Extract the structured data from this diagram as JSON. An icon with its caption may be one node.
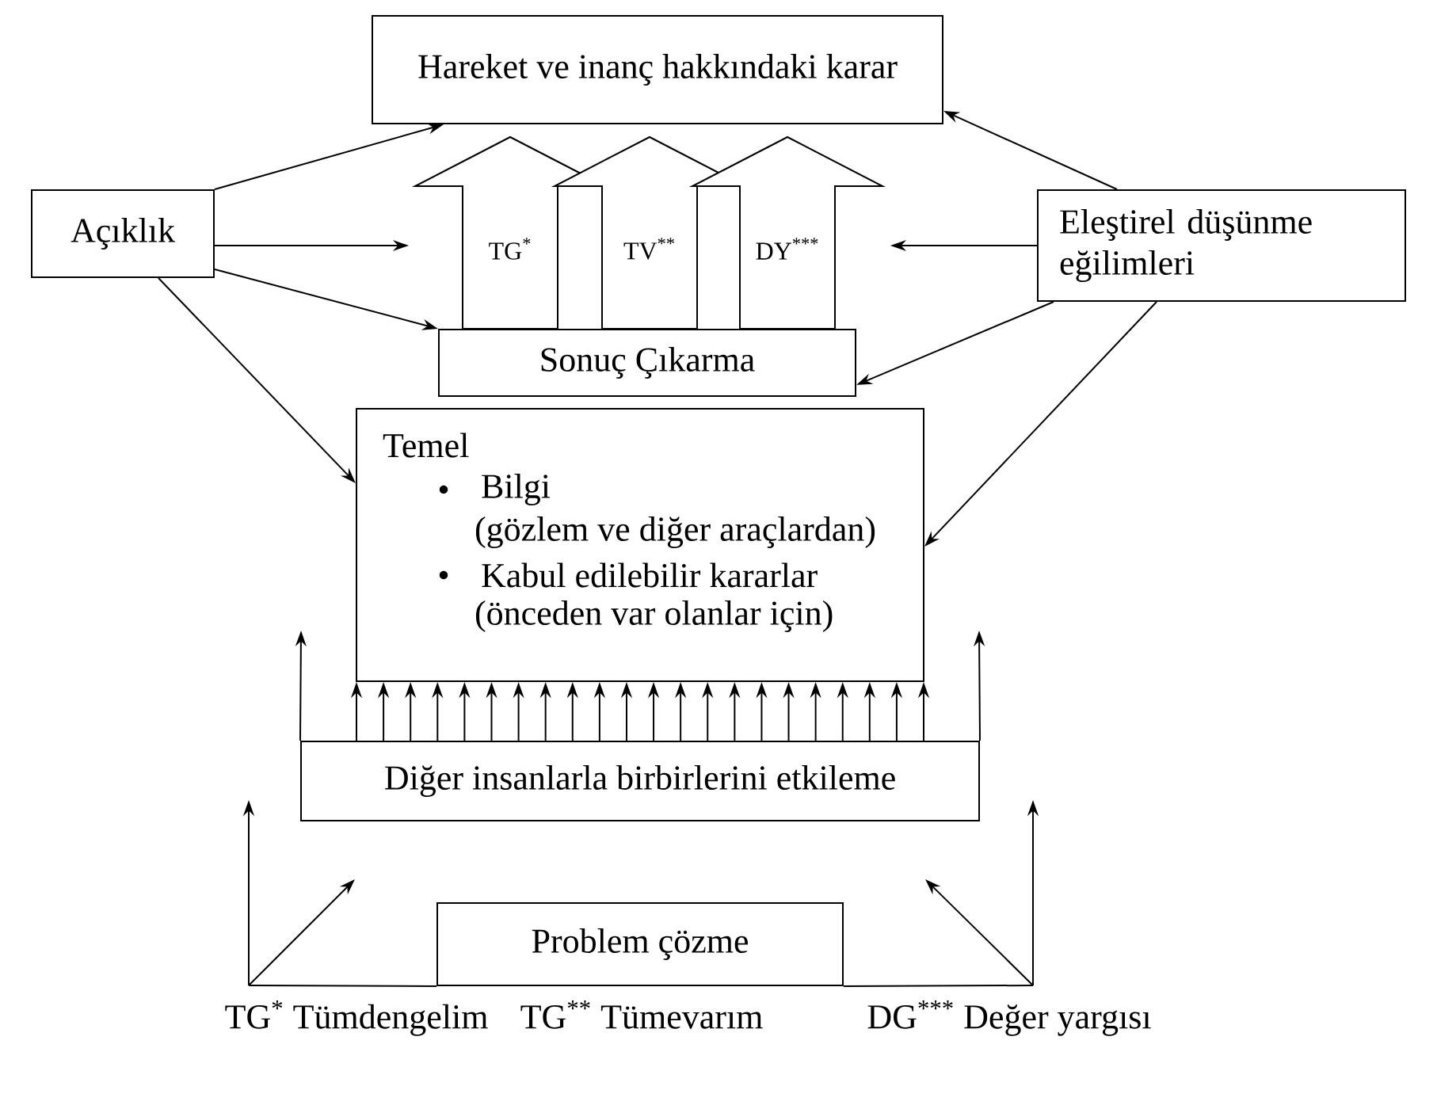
{
  "diagram": {
    "nodes": [
      {
        "text": [
          "Hareket ve inanç hakkındaki karar"
        ]
      },
      {
        "text": [
          "Açıklık"
        ]
      },
      {
        "text": [
          "Eleştirel düşünme eğilimleri"
        ]
      },
      {
        "text": [
          "Sonuç Çıkarma"
        ]
      },
      {
        "text": [
          "Temel",
          "Bilgi",
          "(gözlem ve diğer araçlardan)",
          "Kabul edilebilir kararlar",
          "(önceden var olanlar için)"
        ]
      },
      {
        "text": [
          "Diğer insanlarla birbirlerini etkileme"
        ]
      },
      {
        "text": [
          "Problem çözme"
        ]
      },
      {
        "text": [
          "TG$^{*}$ Tümdengelim"
        ]
      },
      {
        "text": [
          "TG$^{**}$ Tümevarım"
        ]
      },
      {
        "text": [
          "DG$^{***}$ Değer yargısı"
        ]
      }
    ],
    "edges": [
      {
        "from": 1,
        "to": 0,
        "arrow": "to"
      },
      {
        "from": 1,
        "to": null,
        "arrow": "to"
      },
      {
        "from": 1,
        "to": 3,
        "arrow": "to"
      },
      {
        "from": 1,
        "to": 4,
        "arrow": "to"
      },
      {
        "from": 2,
        "to": 0,
        "arrow": "to"
      },
      {
        "from": 2,
        "to": null,
        "arrow": "to"
      },
      {
        "from": 2,
        "to": 3,
        "arrow": "to"
      },
      {
        "from": 2,
        "to": 4,
        "arrow": "to"
      },
      {
        "from": 3,
        "to": 0,
        "arrow": "to",
        "style": "thick",
        "label": "TG$^{*}$"
      },
      {
        "from": 3,
        "to": 0,
        "arrow": "to",
        "style": "thick",
        "label": "TV$^{**}$"
      },
      {
        "from": 3,
        "to": 0,
        "arrow": "to",
        "style": "thick",
        "label": "DY$^{***}$"
      },
      {
        "from": 5,
        "to": 4,
        "arrow": "to"
      },
      {
        "from": 5,
        "to": 4,
        "arrow": "to"
      },
      {
        "from": 5,
        "to": 4,
        "arrow": "to"
      },
      {
        "from": 5,
        "to": 4,
        "arrow": "to"
      },
      {
        "from": 5,
        "to": 4,
        "arrow": "to"
      },
      {
        "from": 5,
        "to": 4,
        "arrow": "to"
      },
      {
        "from": 5,
        "to": 4,
        "arrow": "to"
      },
      {
        "from": 5,
        "to": 4,
        "arrow": "to"
      },
      {
        "from": 5,
        "to": 4,
        "arrow": "to"
      },
      {
        "from": 5,
        "to": 4,
        "arrow": "to"
      },
      {
        "from": 5,
        "to": 4,
        "arrow": "to"
      },
      {
        "from": 5,
        "to": 4,
        "arrow": "to"
      },
      {
        "from": 5,
        "to": 4,
        "arrow": "to"
      },
      {
        "from": 5,
        "to": 4,
        "arrow": "to"
      },
      {
        "from": 5,
        "to": 4,
        "arrow": "to"
      },
      {
        "from": 5,
        "to": 4,
        "arrow": "to"
      },
      {
        "from": 5,
        "to": 4,
        "arrow": "to"
      },
      {
        "from": 5,
        "to": 4,
        "arrow": "to"
      },
      {
        "from": 5,
        "to": 4,
        "arrow": "to"
      },
      {
        "from": 5,
        "to": 4,
        "arrow": "to"
      },
      {
        "from": 5,
        "to": 4,
        "arrow": "to"
      },
      {
        "from": 5,
        "to": 4,
        "arrow": "to"
      },
      {
        "from": 5,
        "to": null,
        "arrow": "to"
      },
      {
        "from": 5,
        "to": null,
        "arrow": "to"
      },
      {
        "from": 7,
        "to": null,
        "arrow": "to"
      },
      {
        "from": 7,
        "to": null,
        "arrow": "to"
      },
      {
        "from": 9,
        "to": null,
        "arrow": "to"
      },
      {
        "from": 9,
        "to": null,
        "arrow": "to"
      },
      {
        "from": 7,
        "to": 6,
        "arrow": "none"
      },
      {
        "from": 6,
        "to": 9,
        "arrow": "none"
      }
    ]
  }
}
